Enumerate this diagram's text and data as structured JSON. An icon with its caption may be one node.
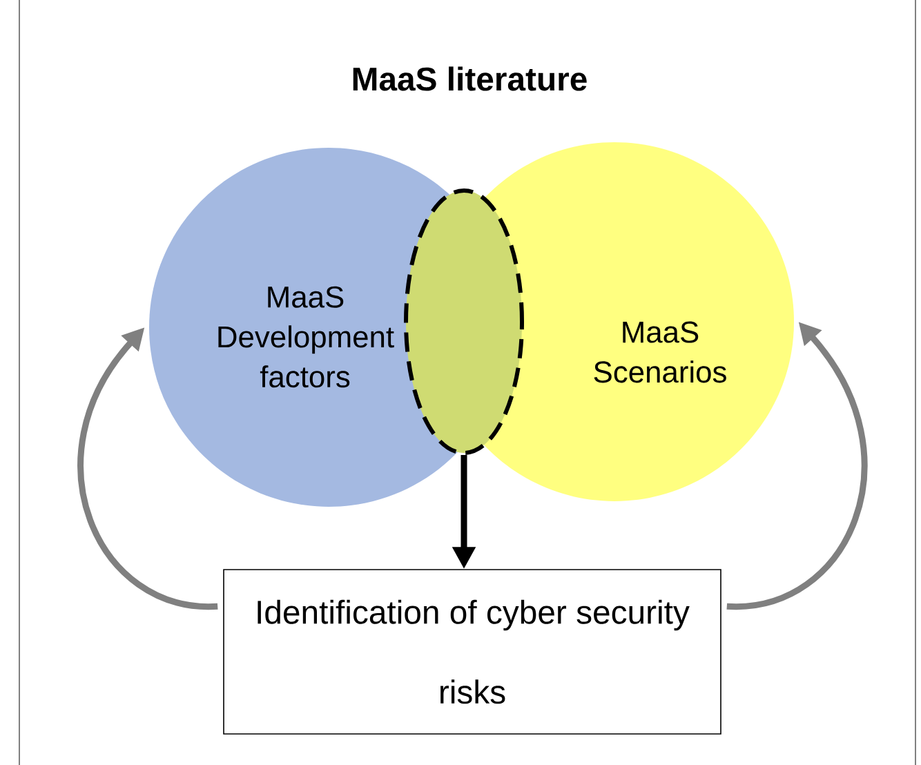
{
  "diagram": {
    "title": "MaaS literature",
    "nodes": [
      {
        "text": [
          "MaaS Development factors"
        ]
      },
      {
        "text": [
          "MaaS Scenarios"
        ]
      },
      {
        "text": [],
        "shape": "ellipse"
      },
      {
        "text": [
          "Identification of cyber security risks"
        ]
      }
    ],
    "edges": [
      {
        "from": 2,
        "to": 3,
        "arrow": "to",
        "color": "#000000"
      },
      {
        "from": 3,
        "to": 0,
        "arrow": "to"
      },
      {
        "from": 3,
        "to": 1,
        "arrow": "to"
      }
    ]
  }
}
